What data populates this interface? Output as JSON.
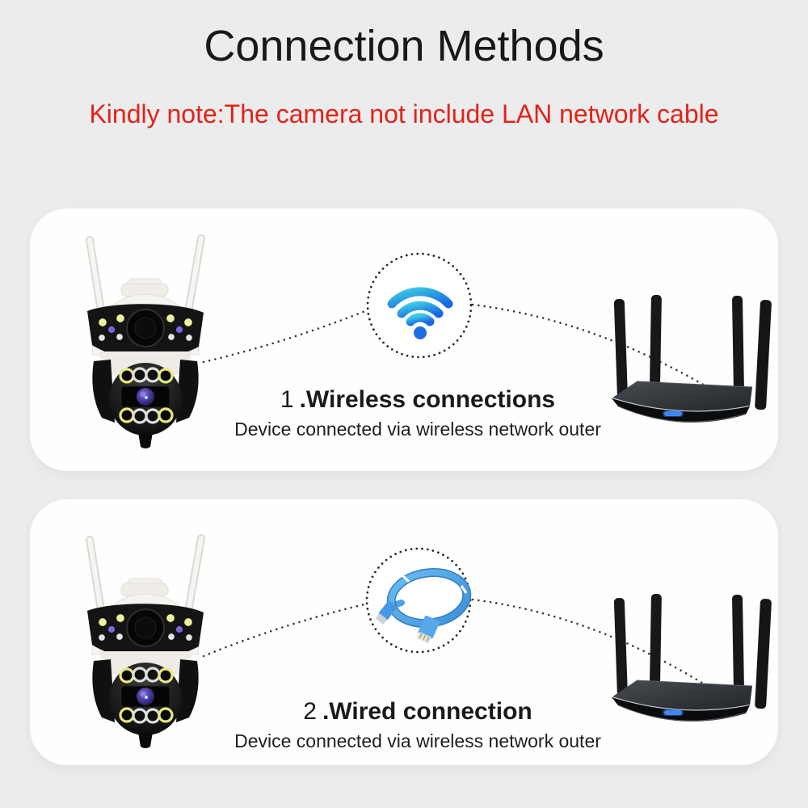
{
  "title": "Connection Methods",
  "note": "Kindly note:The camera not include LAN network cable",
  "sections": [
    {
      "number": "1",
      "title": ".Wireless connections",
      "subtitle": "Device connected via wireless network outer",
      "icon": "wifi-icon",
      "left_device": "security-camera",
      "right_device": "wifi-router"
    },
    {
      "number": "2",
      "title": ".Wired connection",
      "subtitle": "Device connected via wireless network outer",
      "icon": "lan-cable-icon",
      "left_device": "security-camera",
      "right_device": "wifi-router"
    }
  ],
  "colors": {
    "background": "#ececec",
    "panel": "#fefefe",
    "note_red": "#e2231a",
    "title_black": "#181818",
    "wifi_gradient_start": "#3ec9e4",
    "wifi_gradient_end": "#1766e2",
    "lan_cable_blue": "#55a8e8",
    "router_led_blue": "#2e7bf8",
    "dotted_line": "#3a3a3a"
  }
}
